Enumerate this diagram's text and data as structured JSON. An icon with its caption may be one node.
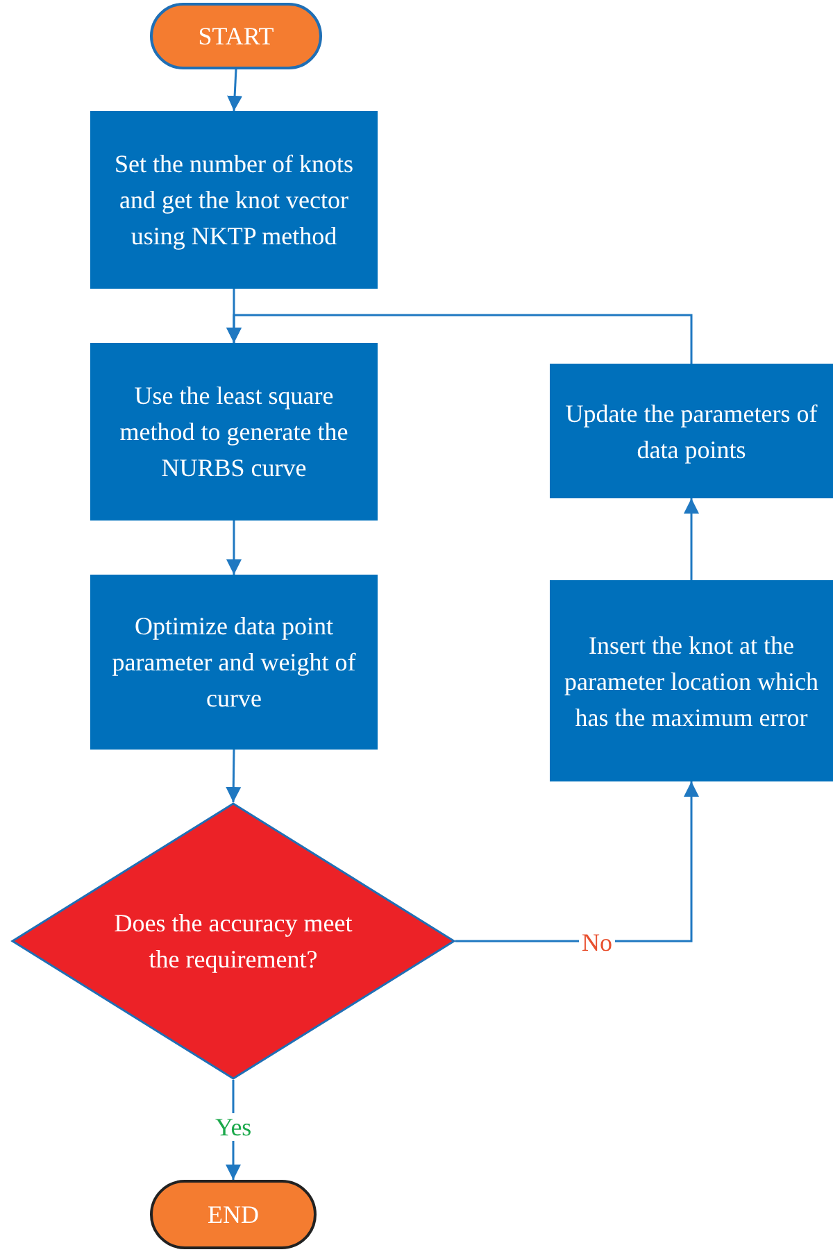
{
  "diagram": {
    "nodes": [
      {
        "text": [
          "START"
        ]
      },
      {
        "text": [
          "Set the number of knots and get the knot vector using NKTP method"
        ]
      },
      {
        "text": [
          "Use the least square method to generate the NURBS curve"
        ]
      },
      {
        "text": [
          "Optimize data point parameter and weight of curve"
        ]
      },
      {
        "text": [
          "Does the accuracy meet the requirement?"
        ]
      },
      {
        "text": [
          "END"
        ]
      },
      {
        "text": [
          "Update the parameters of data points"
        ]
      },
      {
        "text": [
          "Insert the knot at the parameter location which has the maximum error"
        ]
      }
    ],
    "edges": [
      {
        "from": 0,
        "to": 1,
        "arrow": "to"
      },
      {
        "from": 1,
        "to": 2,
        "arrow": "to"
      },
      {
        "from": 2,
        "to": 3,
        "arrow": "to"
      },
      {
        "from": 3,
        "to": 4,
        "arrow": "to"
      },
      {
        "from": 4,
        "to": 5,
        "arrow": "to",
        "label": "Yes"
      },
      {
        "from": 4,
        "to": 7,
        "arrow": "to",
        "label": "No"
      },
      {
        "from": 7,
        "to": 6,
        "arrow": "to"
      },
      {
        "from": 6,
        "to": 2,
        "arrow": "to"
      }
    ]
  }
}
